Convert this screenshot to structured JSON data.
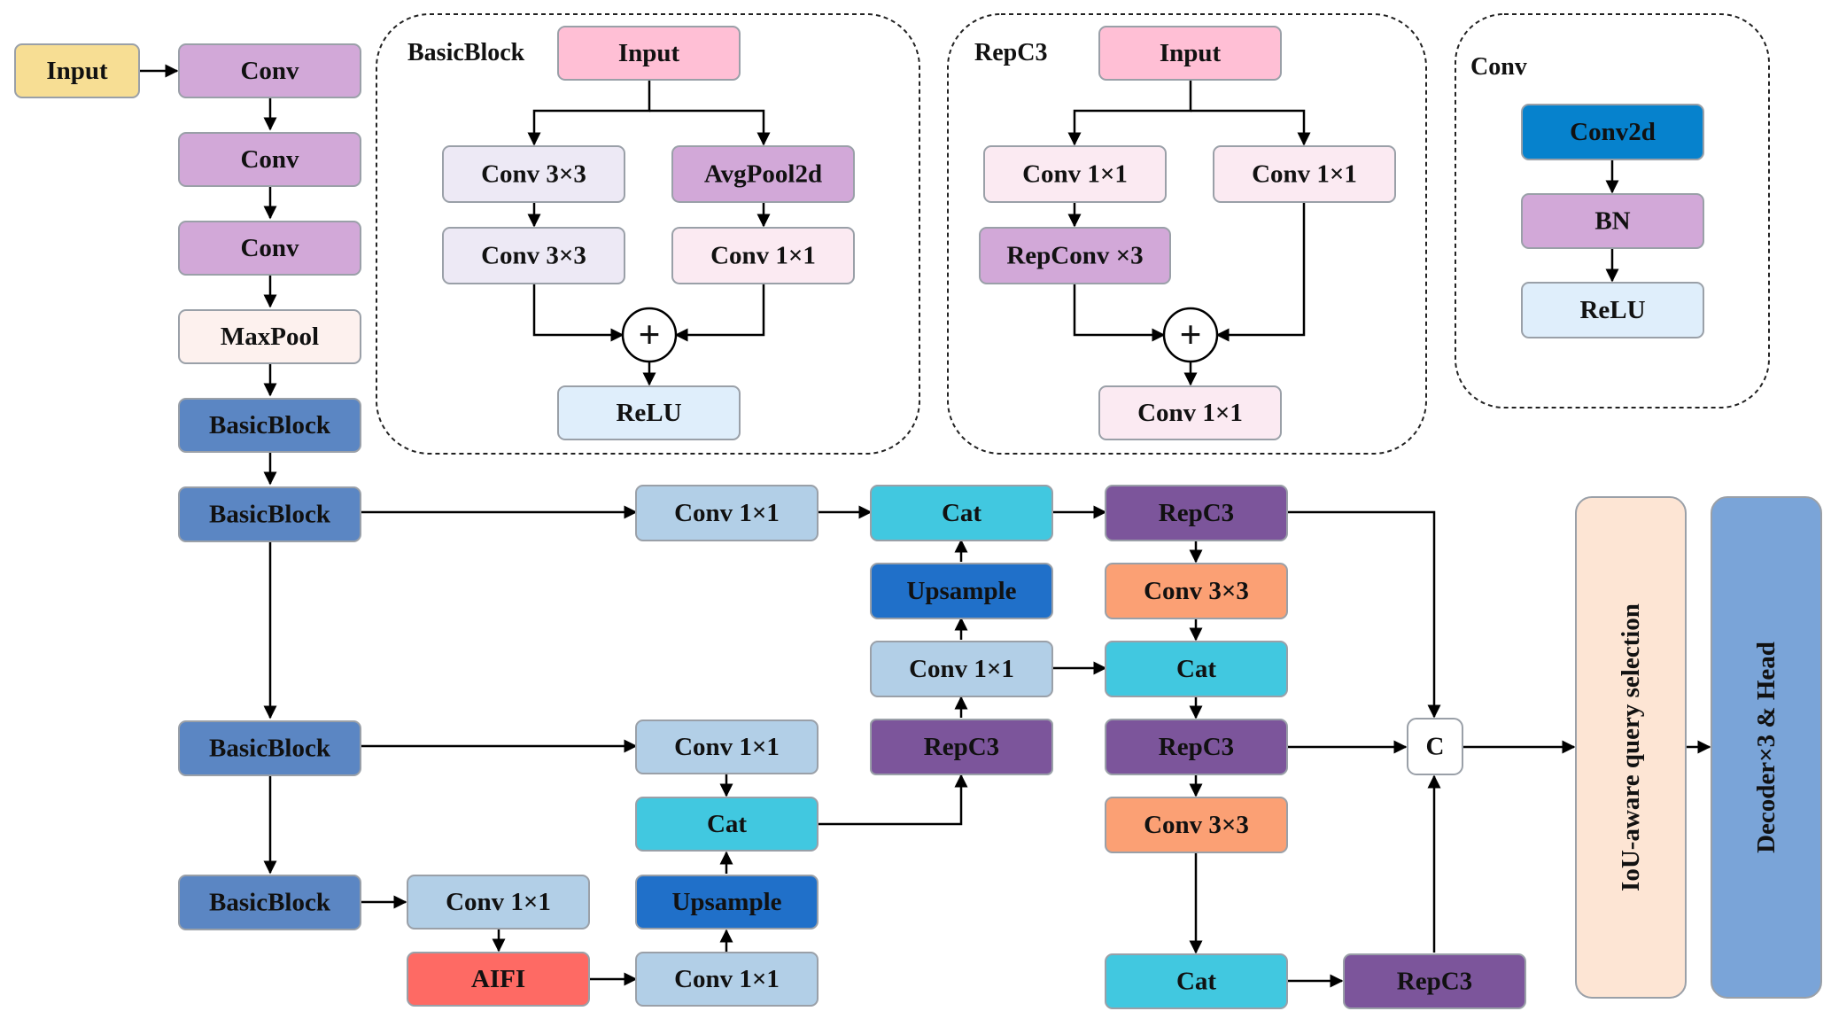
{
  "palette": {
    "input_yellow": "#f7de94",
    "conv_purple": "#d2a8d8",
    "maxpool": "#fdf1ee",
    "basicblock": "#5b86c3",
    "light_blue": "#b2cfe7",
    "cat_cyan": "#41c8e0",
    "upsample": "#2070c9",
    "repc3_dark": "#7c559b",
    "conv33_orange": "#fba074",
    "aifi_red": "#fe6a64",
    "pink": "#ffbfd5",
    "light_lavender": "#ede9f5",
    "light_pink": "#fbeaf2",
    "relu_blue": "#dfeefb",
    "conv2d_blue": "#0682cd",
    "iou_peach": "#fde5d4",
    "decoder_blue": "#7aa4d8"
  },
  "panels": {
    "basicblock": {
      "title": "BasicBlock",
      "input": "Input",
      "conv_a1": "Conv 3×3",
      "conv_a2": "Conv 3×3",
      "avgpool": "AvgPool2d",
      "conv_b": "Conv 1×1",
      "add": "+",
      "relu": "ReLU"
    },
    "repc3": {
      "title": "RepC3",
      "input": "Input",
      "conv_left": "Conv 1×1",
      "conv_right": "Conv 1×1",
      "repconv": "RepConv  ×3",
      "add": "+",
      "conv_out": "Conv 1×1"
    },
    "conv": {
      "title": "Conv",
      "conv2d": "Conv2d",
      "bn": "BN",
      "relu": "ReLU"
    }
  },
  "backbone": {
    "input": "Input",
    "conv1": "Conv",
    "conv2": "Conv",
    "conv3": "Conv",
    "maxpool": "MaxPool",
    "bb1": "BasicBlock",
    "bb2": "BasicBlock",
    "bb3": "BasicBlock",
    "bb4": "BasicBlock"
  },
  "neck": {
    "conv_s4": "Conv 1×1",
    "aifi": "AIFI",
    "conv_aifi": "Conv 1×1",
    "ups1": "Upsample",
    "cat1": "Cat",
    "conv_s3": "Conv 1×1",
    "repc3_1": "RepC3",
    "conv_mid": "Conv 1×1",
    "ups2": "Upsample",
    "cat2": "Cat",
    "conv_s2": "Conv 1×1",
    "repc3_out1": "RepC3",
    "conv33_a": "Conv 3×3",
    "cat3": "Cat",
    "repc3_out2": "RepC3",
    "conv33_b": "Conv 3×3",
    "cat4": "Cat",
    "repc3_out3": "RepC3",
    "concat": "C"
  },
  "head": {
    "iou": "IoU-aware query selection",
    "decoder": "Decoder×3 & Head"
  }
}
